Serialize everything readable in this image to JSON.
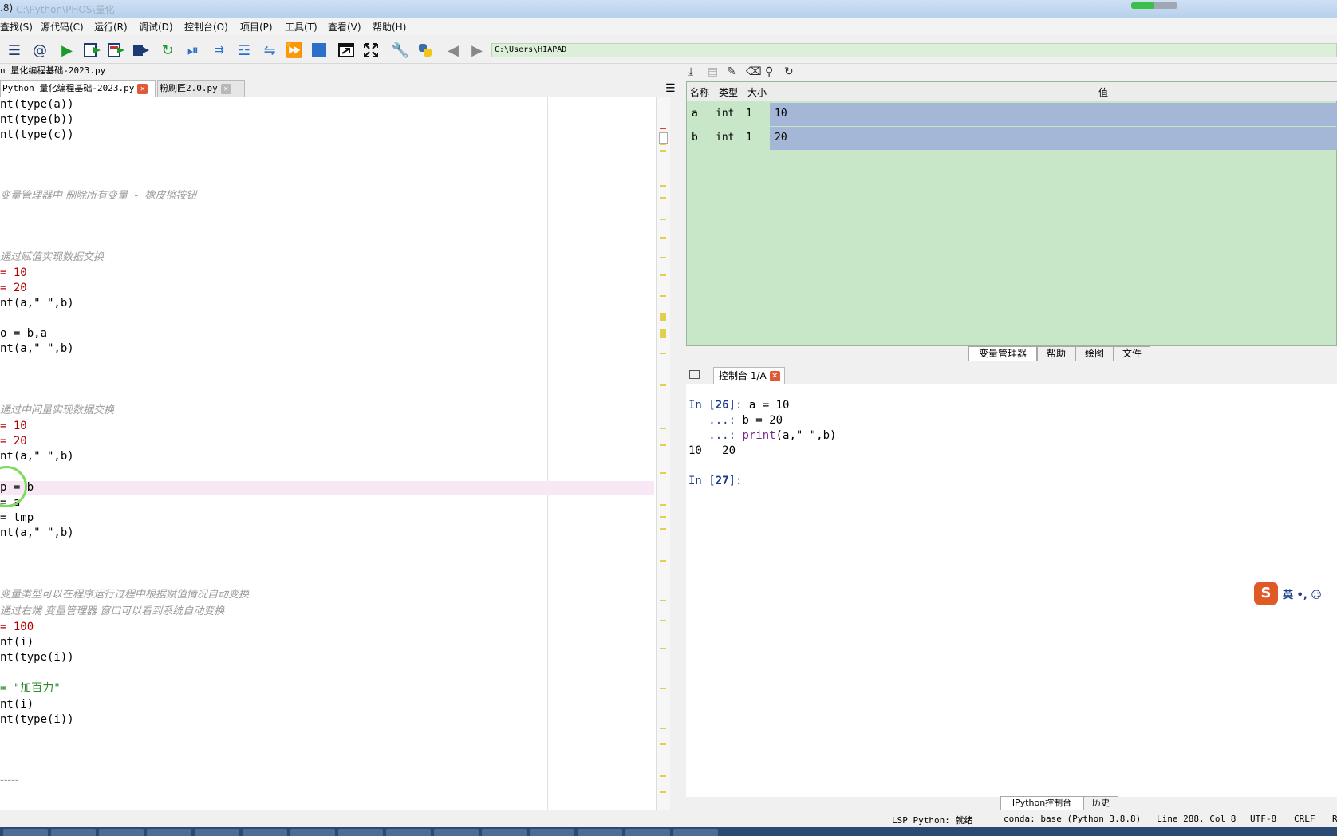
{
  "window": {
    "title_prefix": ".8)",
    "title_path": "C:\\Python\\PHOS\\量化"
  },
  "menu": [
    "查找(S)",
    "源代码(C)",
    "运行(R)",
    "调试(D)",
    "控制台(O)",
    "项目(P)",
    "工具(T)",
    "查看(V)",
    "帮助(H)"
  ],
  "toolbar": {
    "working_dir": "C:\\Users\\HIAPAD"
  },
  "editor": {
    "file_path": "n 量化编程基础-2023.py",
    "tabs": [
      {
        "label": "Python 量化编程基础-2023.py",
        "active": true
      },
      {
        "label": "粉刷匠2.0.py",
        "active": false
      }
    ],
    "lines": [
      {
        "t": "nt(type(a))"
      },
      {
        "t": "nt(type(b))"
      },
      {
        "t": "nt(type(c))"
      },
      {
        "t": "变量管理器中 删除所有变量  -  橡皮擦按钮",
        "comment": true
      },
      {
        "t": "通过赋值实现数据交换",
        "comment": true
      },
      {
        "t": "= 10"
      },
      {
        "t": "= 20"
      },
      {
        "t": "nt(a,\" \",b)"
      },
      {
        "t": "o = b,a"
      },
      {
        "t": "nt(a,\" \",b)"
      },
      {
        "t": "通过中间量实现数据交换",
        "comment": true
      },
      {
        "t": "= 10"
      },
      {
        "t": "= 20"
      },
      {
        "t": "nt(a,\" \",b)"
      },
      {
        "t": "p = b"
      },
      {
        "t": "= a"
      },
      {
        "t": "= tmp"
      },
      {
        "t": "nt(a,\" \",b)"
      },
      {
        "t": "变量类型可以在程序运行过程中根据赋值情况自动变换",
        "comment": true
      },
      {
        "t": "通过右端 变量管理器 窗口可以看到系统自动变换",
        "comment": true
      },
      {
        "t": "= 100"
      },
      {
        "t": "nt(i)"
      },
      {
        "t": "nt(type(i))"
      },
      {
        "t": "= \"加百力\""
      },
      {
        "t": "nt(i)"
      },
      {
        "t": "nt(type(i))"
      },
      {
        "t": "-----",
        "comment": true
      }
    ]
  },
  "variable_explorer": {
    "headers": {
      "name": "名称",
      "type": "类型",
      "size": "大小",
      "value": "值"
    },
    "rows": [
      {
        "name": "a",
        "type": "int",
        "size": "1",
        "value": "10"
      },
      {
        "name": "b",
        "type": "int",
        "size": "1",
        "value": "20"
      }
    ],
    "pane_tabs": [
      "变量管理器",
      "帮助",
      "绘图",
      "文件"
    ]
  },
  "console": {
    "tab_label": "控制台 1/A",
    "in26_prompt": "In [",
    "in26_num": "26",
    "in26_close": "]: ",
    "in26_code": "a = 10",
    "cont1_prompt": "   ...: ",
    "cont1_code": "b = 20",
    "cont2_prompt": "   ...: ",
    "cont2_fn": "print",
    "cont2_code": "(a,\" \",b)",
    "output": "10   20",
    "in27_prompt": "In [",
    "in27_num": "27",
    "in27_close": "]:",
    "bottom_tabs": [
      "IPython控制台",
      "历史"
    ]
  },
  "ime": {
    "logo": "S",
    "text": "英 •, ☺"
  },
  "status": {
    "lsp": "LSP Python: 就绪",
    "conda": "conda: base (Python 3.8.8)",
    "position": "Line 288, Col 8",
    "encoding": "UTF-8",
    "eol": "CRLF",
    "extra": "R"
  },
  "progress": 0.5,
  "colors": {
    "var_explorer_bg": "#c8e6c8",
    "var_value_bg": "#a4b7d6",
    "number": "#b00000",
    "string": "#2d8a2d",
    "comment": "#9a9a9a",
    "close_button": "#e05a3a"
  },
  "icons": [
    "list-icon",
    "at-icon",
    "run-icon",
    "run-cell-icon",
    "run-cell-advance-icon",
    "run-selection-icon",
    "rerun-icon",
    "debug-icon",
    "step-icon",
    "step-into-icon",
    "step-return-icon",
    "continue-icon",
    "stop-icon",
    "maximize-pane-icon",
    "fullscreen-icon",
    "wrench-icon",
    "python-icon",
    "back-arrow-icon",
    "forward-arrow-icon"
  ]
}
